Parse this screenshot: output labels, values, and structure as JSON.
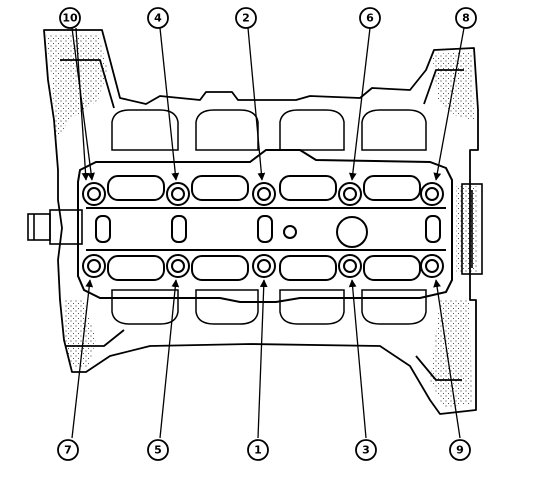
{
  "diagram": {
    "colors": {
      "line": "#000000",
      "stipple": "#000000",
      "background": "#ffffff"
    },
    "callouts": {
      "c10": "10",
      "c4": "4",
      "c2": "2",
      "c6": "6",
      "c8": "8",
      "c7": "7",
      "c5": "5",
      "c1": "1",
      "c3": "3",
      "c9": "9"
    }
  }
}
